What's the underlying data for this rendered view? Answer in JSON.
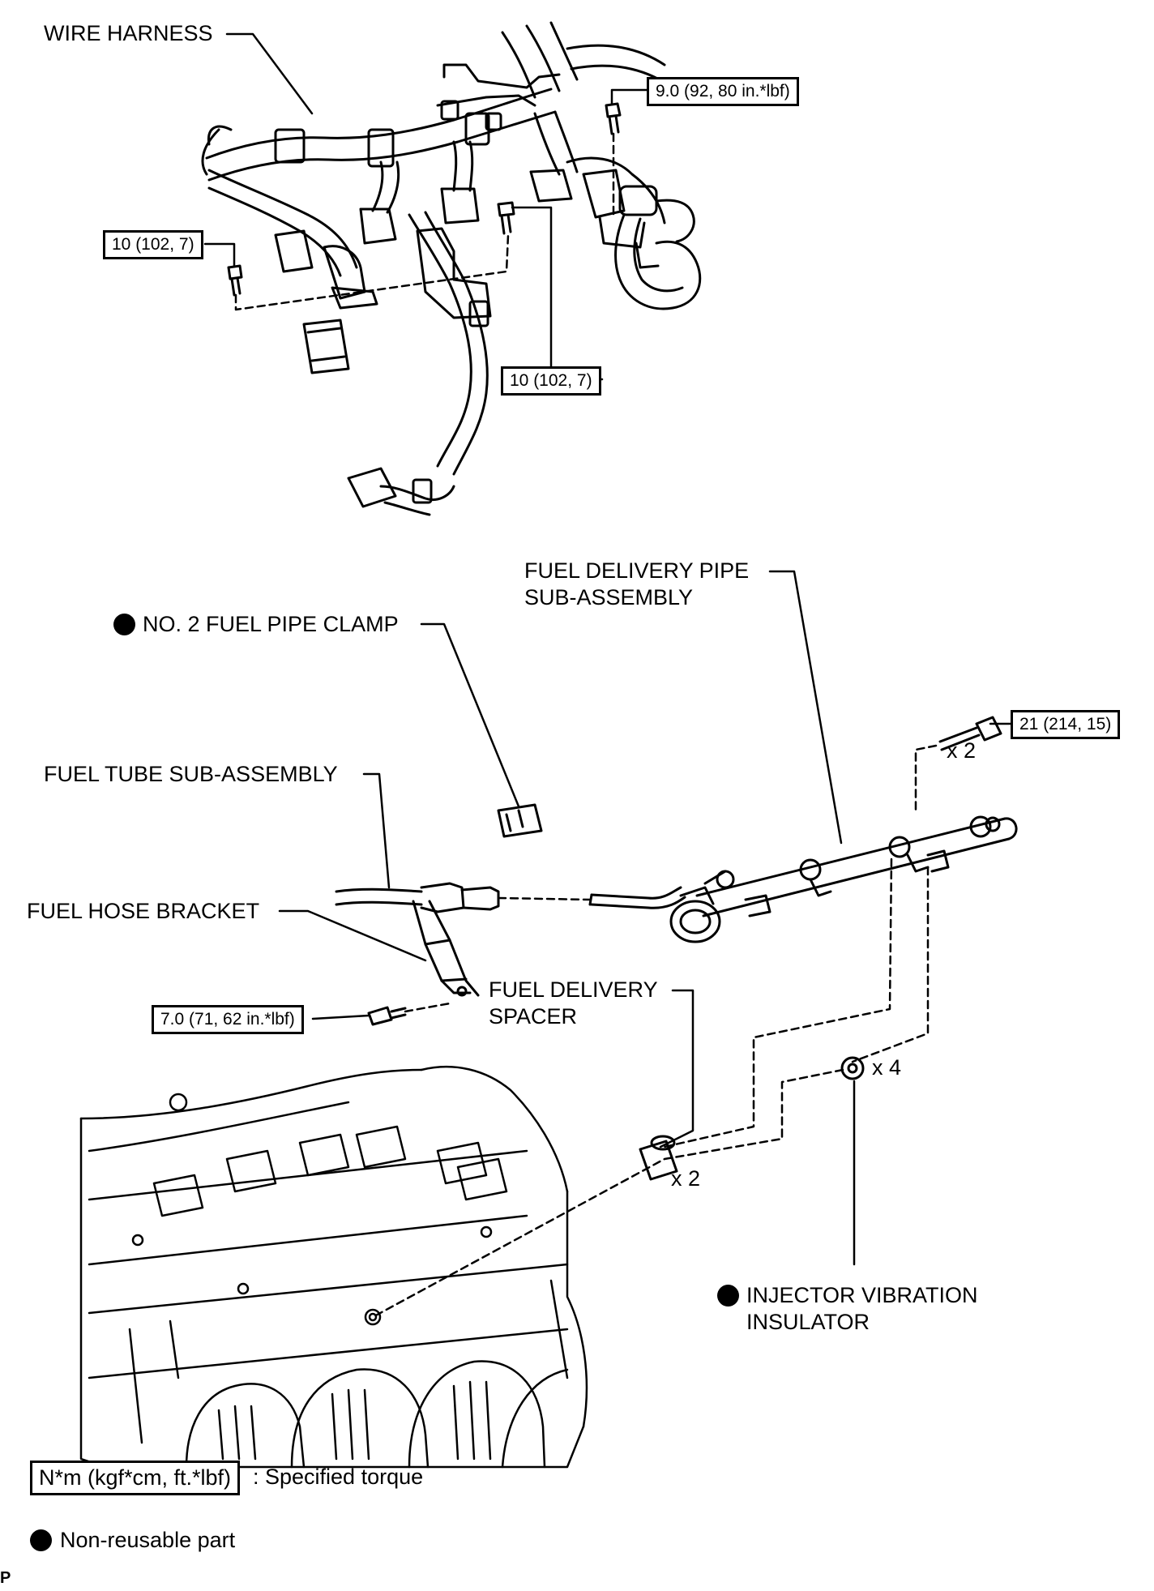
{
  "labels": {
    "wire_harness": "WIRE HARNESS",
    "no2_fuel_pipe_clamp": "NO. 2 FUEL PIPE CLAMP",
    "fuel_delivery_pipe_line1": "FUEL DELIVERY PIPE",
    "fuel_delivery_pipe_line2": "SUB-ASSEMBLY",
    "fuel_tube": "FUEL TUBE SUB-ASSEMBLY",
    "fuel_hose_bracket": "FUEL HOSE BRACKET",
    "fuel_delivery_spacer_line1": "FUEL DELIVERY",
    "fuel_delivery_spacer_line2": "SPACER",
    "injector_insulator_line1": "INJECTOR VIBRATION",
    "injector_insulator_line2": "INSULATOR"
  },
  "torques": {
    "harness_bracket_bolt": "9.0 (92, 80 in.*lbf)",
    "harness_left_bolt": "10 (102, 7)",
    "harness_center_bolt": "10 (102, 7)",
    "delivery_pipe_bolt": "21 (214, 15)",
    "hose_bracket_bolt": "7.0 (71, 62 in.*lbf)"
  },
  "quantities": {
    "delivery_pipe_bolt": "x 2",
    "insulator": "x 4",
    "spacer": "x 2"
  },
  "legend": {
    "torque_box": "N*m (kgf*cm, ft.*lbf)",
    "torque_text": ": Specified torque",
    "nonreusable_text": "Non-reusable part"
  },
  "corner_mark": "P",
  "colors": {
    "ink": "#000000",
    "paper": "#ffffff"
  }
}
